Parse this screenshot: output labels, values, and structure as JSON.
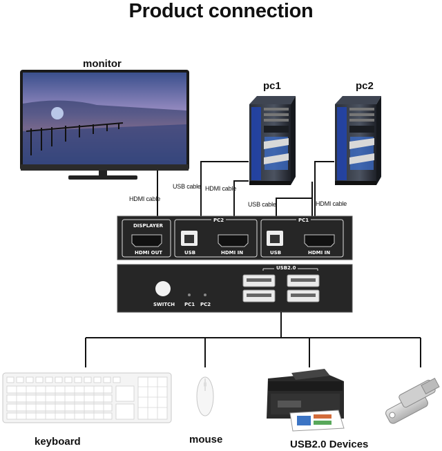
{
  "title": "Product connection",
  "devices": {
    "monitor": "monitor",
    "pc1": "pc1",
    "pc2": "pc2",
    "keyboard": "keyboard",
    "mouse": "mouse",
    "usb_devices": "USB2.0 Devices"
  },
  "cables": {
    "hdmi_monitor": "HDMI cable",
    "usb_pc1": "USB cable",
    "hdmi_pc1": "HDMI cable",
    "usb_pc2": "USB cable",
    "hdmi_pc2": "HDMI cable"
  },
  "switch_back": {
    "displayer": "DISPLAYER",
    "hdmi_out": "HDMI OUT",
    "pc2_group": "PC2",
    "pc1_group": "PC1",
    "usb_left": "USB",
    "hdmi_in_left": "HDMI IN",
    "usb_right": "USB",
    "hdmi_in_right": "HDMI IN"
  },
  "switch_front": {
    "usb_group": "USB2.0",
    "switch": "SWITCH",
    "led_pc1": "PC1",
    "led_pc2": "PC2"
  }
}
